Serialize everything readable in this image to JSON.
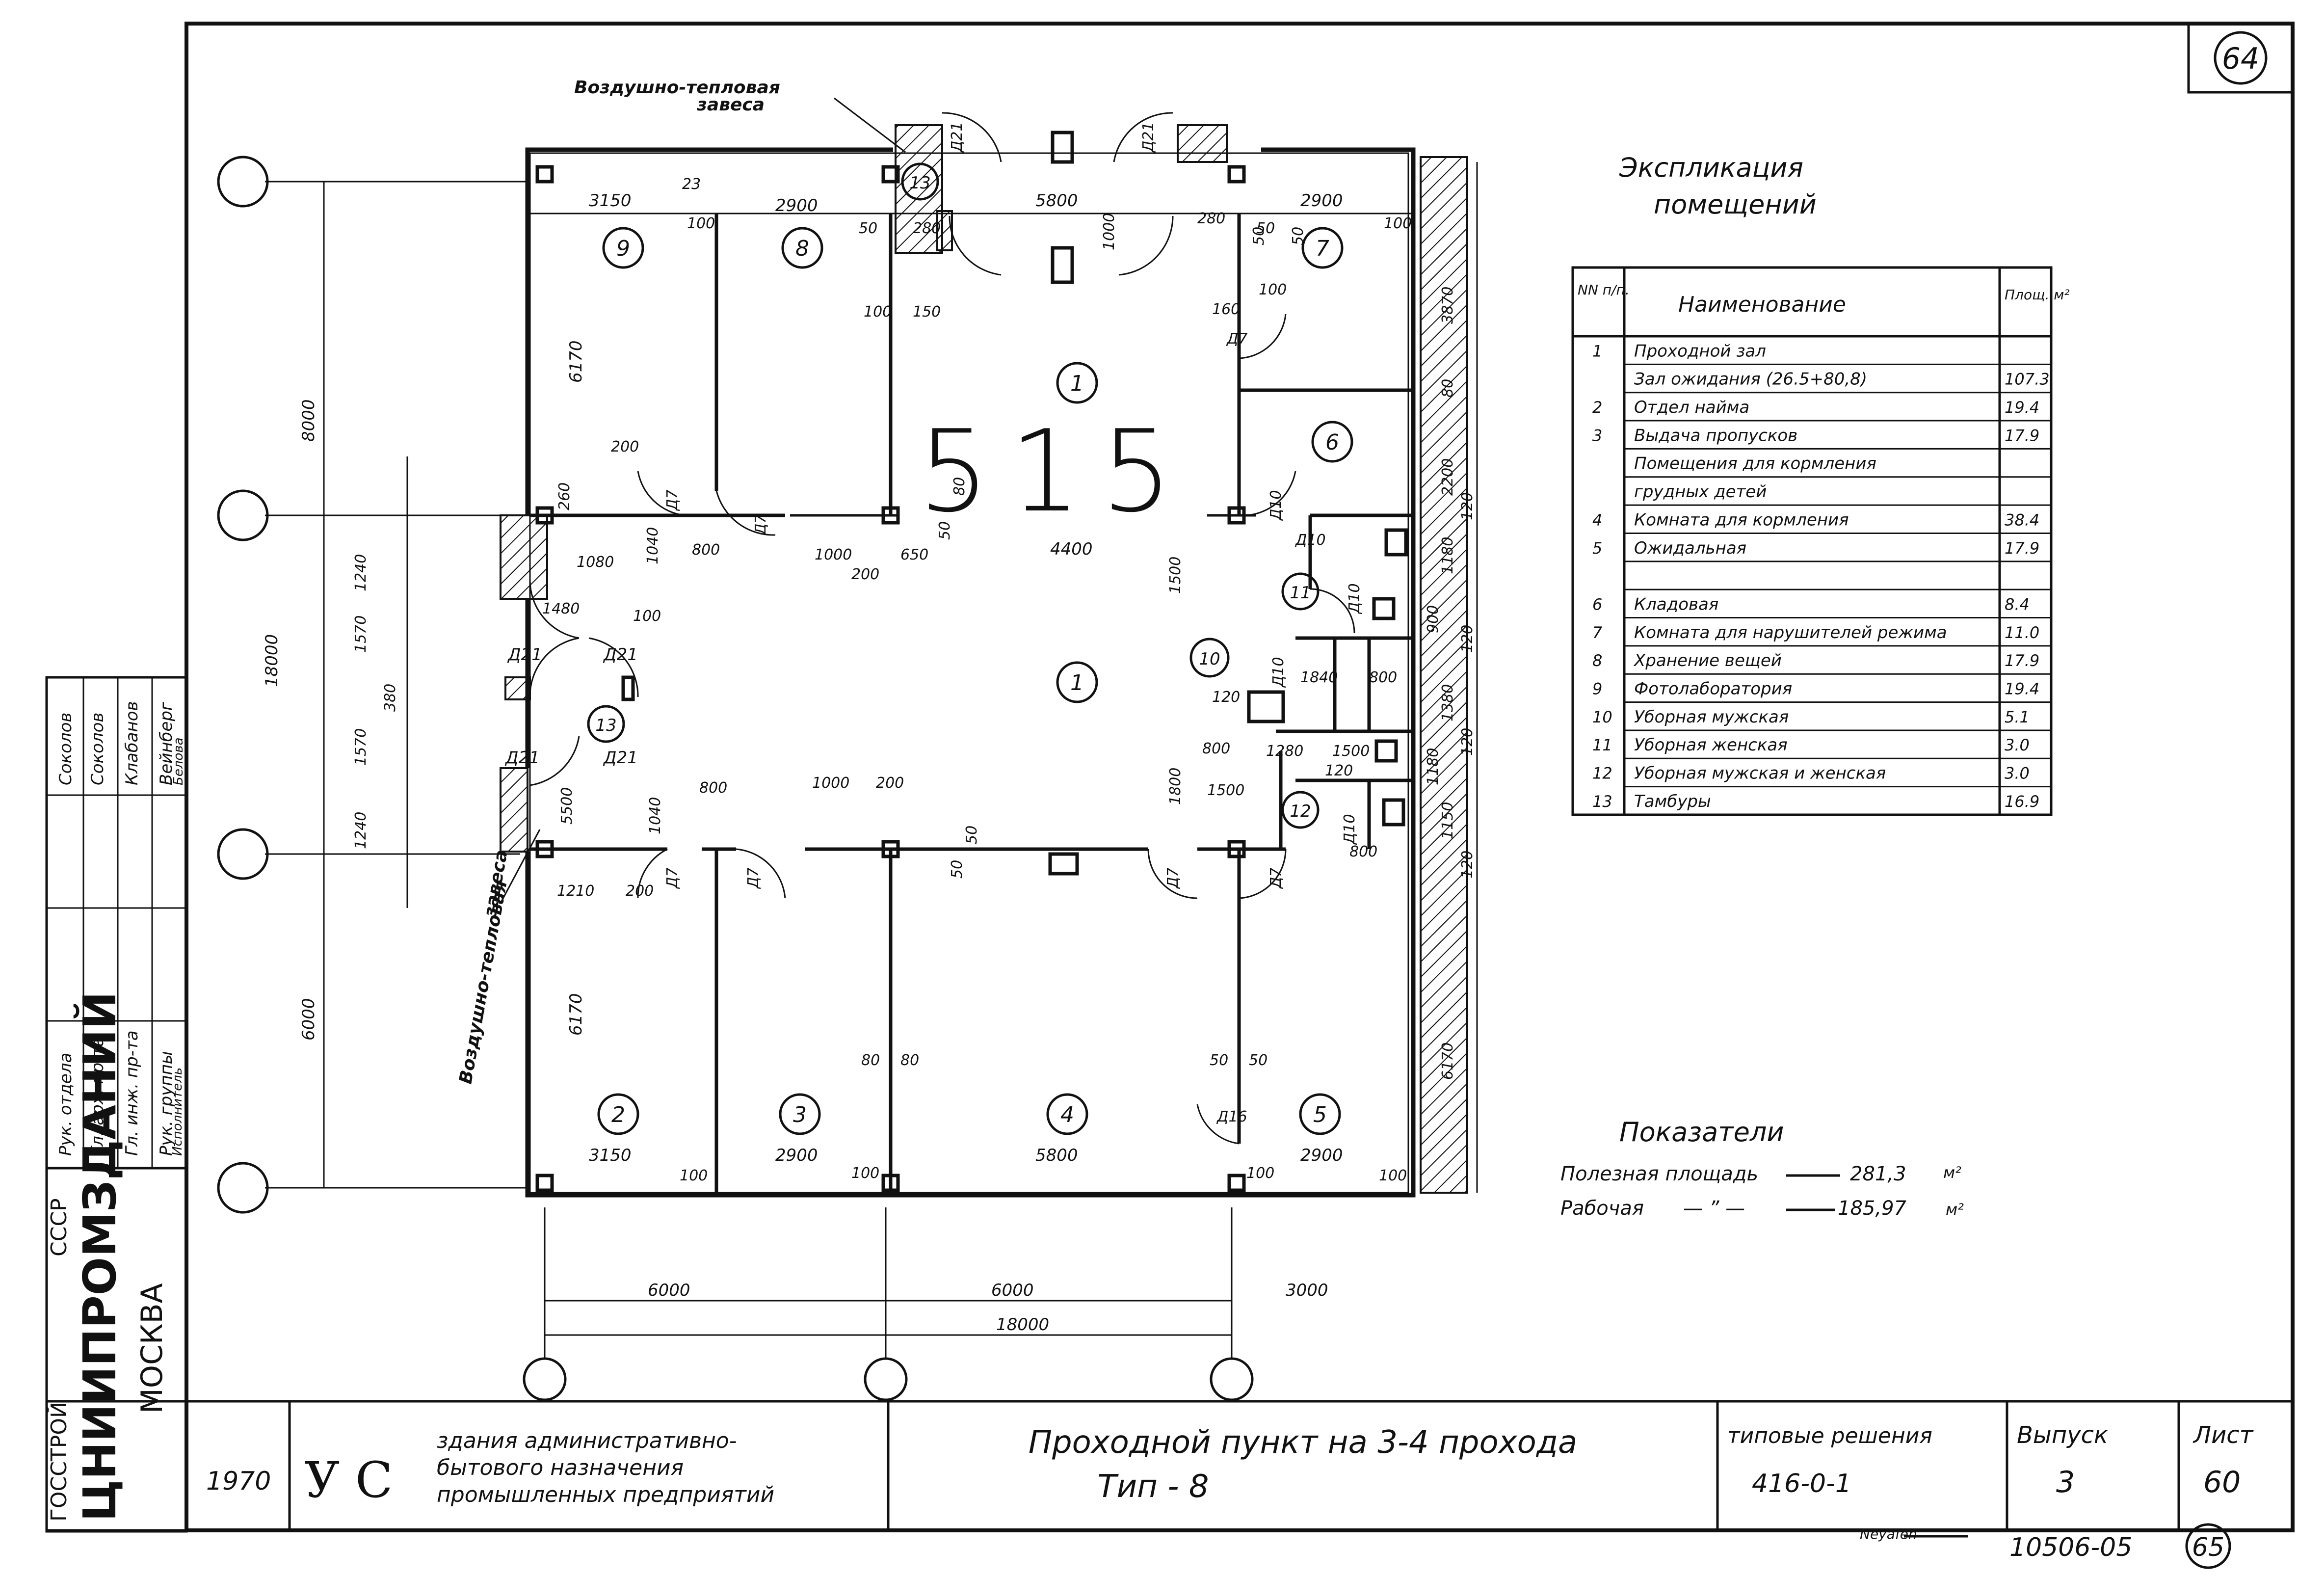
{
  "sheet": {
    "sheet_number": "64",
    "next_sheet": "65",
    "code": "10506-05",
    "signature_label": "Neyafen"
  },
  "drawing": {
    "room_code": "515",
    "air_curtain_top": [
      "Воздушно-тепловая",
      "завеса"
    ],
    "air_curtain_left": [
      "Воздушно-тепловая",
      "завеса"
    ],
    "room_markers": [
      "1",
      "1",
      "2",
      "3",
      "4",
      "5",
      "6",
      "7",
      "8",
      "9",
      "10",
      "11",
      "12",
      "13",
      "13"
    ],
    "doors": [
      "Д21",
      "Д21",
      "Д21",
      "Д21",
      "Д21",
      "Д21",
      "Д7",
      "Д7",
      "Д7",
      "Д7",
      "Д7",
      "Д7",
      "Д7",
      "Д10",
      "Д10",
      "Д10",
      "Д10",
      "Д10",
      "Д16"
    ],
    "dims_bottom": [
      "6000",
      "6000",
      "3000",
      "18000"
    ],
    "dims_left": [
      "8000",
      "18000",
      "6000",
      "1240",
      "1570",
      "380",
      "1570",
      "1240"
    ],
    "dims_top": [
      "3150",
      "2900",
      "5800",
      "2900",
      "100",
      "100",
      "50",
      "280",
      "100",
      "150",
      "50",
      "280",
      "1000",
      "100",
      "160",
      "23"
    ],
    "dims_middle": [
      "6170",
      "200",
      "260",
      "1080",
      "1040",
      "800",
      "1000",
      "200",
      "650",
      "4400",
      "50",
      "80",
      "1480",
      "100",
      "5500",
      "1210",
      "200",
      "800",
      "1000",
      "200",
      "50",
      "50",
      "1040",
      "1500",
      "800",
      "1800",
      "1500",
      "1840",
      "120",
      "800",
      "1280",
      "1500",
      "120",
      "800"
    ],
    "dims_lower": [
      "6170",
      "3150",
      "2900",
      "5800",
      "2900",
      "100",
      "100",
      "100",
      "100",
      "80",
      "80",
      "50",
      "50"
    ],
    "dims_right": [
      "3870",
      "2200",
      "1180",
      "1380",
      "1150",
      "900",
      "1180",
      "120",
      "120",
      "120",
      "120",
      "6170",
      "80",
      "50",
      "50"
    ],
    "grid_axes": [
      "",
      "",
      "",
      "",
      "",
      "",
      ""
    ]
  },
  "explication": {
    "title": [
      "Экспликация",
      "помещений"
    ],
    "headers": [
      "NN п/п.",
      "Наименование",
      "Площ. м²"
    ],
    "rows": [
      {
        "no": "1",
        "name": "Проходной зал",
        "area": ""
      },
      {
        "no": "",
        "name": "Зал ожидания (26.5+80,8)",
        "area": "107.3"
      },
      {
        "no": "2",
        "name": "Отдел найма",
        "area": "19.4"
      },
      {
        "no": "3",
        "name": "Выдача пропусков",
        "area": "17.9"
      },
      {
        "no": "",
        "name": "Помещения для кормления",
        "area": ""
      },
      {
        "no": "",
        "name": "грудных детей",
        "area": ""
      },
      {
        "no": "4",
        "name": "Комната для кормления",
        "area": "38.4"
      },
      {
        "no": "5",
        "name": "Ожидальная",
        "area": "17.9"
      },
      {
        "no": "",
        "name": "",
        "area": ""
      },
      {
        "no": "6",
        "name": "Кладовая",
        "area": "8.4"
      },
      {
        "no": "7",
        "name": "Комната для нарушителей режима",
        "area": "11.0"
      },
      {
        "no": "8",
        "name": "Хранение вещей",
        "area": "17.9"
      },
      {
        "no": "9",
        "name": "Фотолаборатория",
        "area": "19.4"
      },
      {
        "no": "10",
        "name": "Уборная мужская",
        "area": "5.1"
      },
      {
        "no": "11",
        "name": "Уборная женская",
        "area": "3.0"
      },
      {
        "no": "12",
        "name": "Уборная мужская и женская",
        "area": "3.0"
      },
      {
        "no": "13",
        "name": "Тамбуры",
        "area": "16.9"
      }
    ]
  },
  "indicators": {
    "title": "Показатели",
    "useful_label": "Полезная площадь",
    "useful_value": "281,3",
    "useful_unit": "м²",
    "work_label": "Рабочая",
    "work_dash": "— ” —",
    "work_value": "185,97",
    "work_unit": "м²"
  },
  "stamp": {
    "org1": "ГОССТРОЙ",
    "org2": "СССР",
    "org3": "ЦНИИПРОМЗДАНИЙ",
    "org4": "МОСКВА",
    "roles": [
      "Рук. отдела",
      "Гл. арх. пр-та",
      "Гл. инж. пр-та",
      "Рук. группы",
      "Исполнитель"
    ],
    "names": [
      "Соколов",
      "Соколов",
      "Клабанов",
      "Вейнберг",
      "Белова"
    ],
    "year": "1970",
    "series_letters": "У С",
    "description": [
      "здания административно-",
      "бытового назначения",
      "промышленных предприятий"
    ],
    "project_title": "Проходной пункт на 3-4 прохода",
    "project_type": "Тип - 8",
    "solutions_label": "типовые решения",
    "solutions_code": "416-0-1",
    "issue_label": "Выпуск",
    "issue_value": "3",
    "sheet_label": "Лист",
    "sheet_value": "60"
  }
}
